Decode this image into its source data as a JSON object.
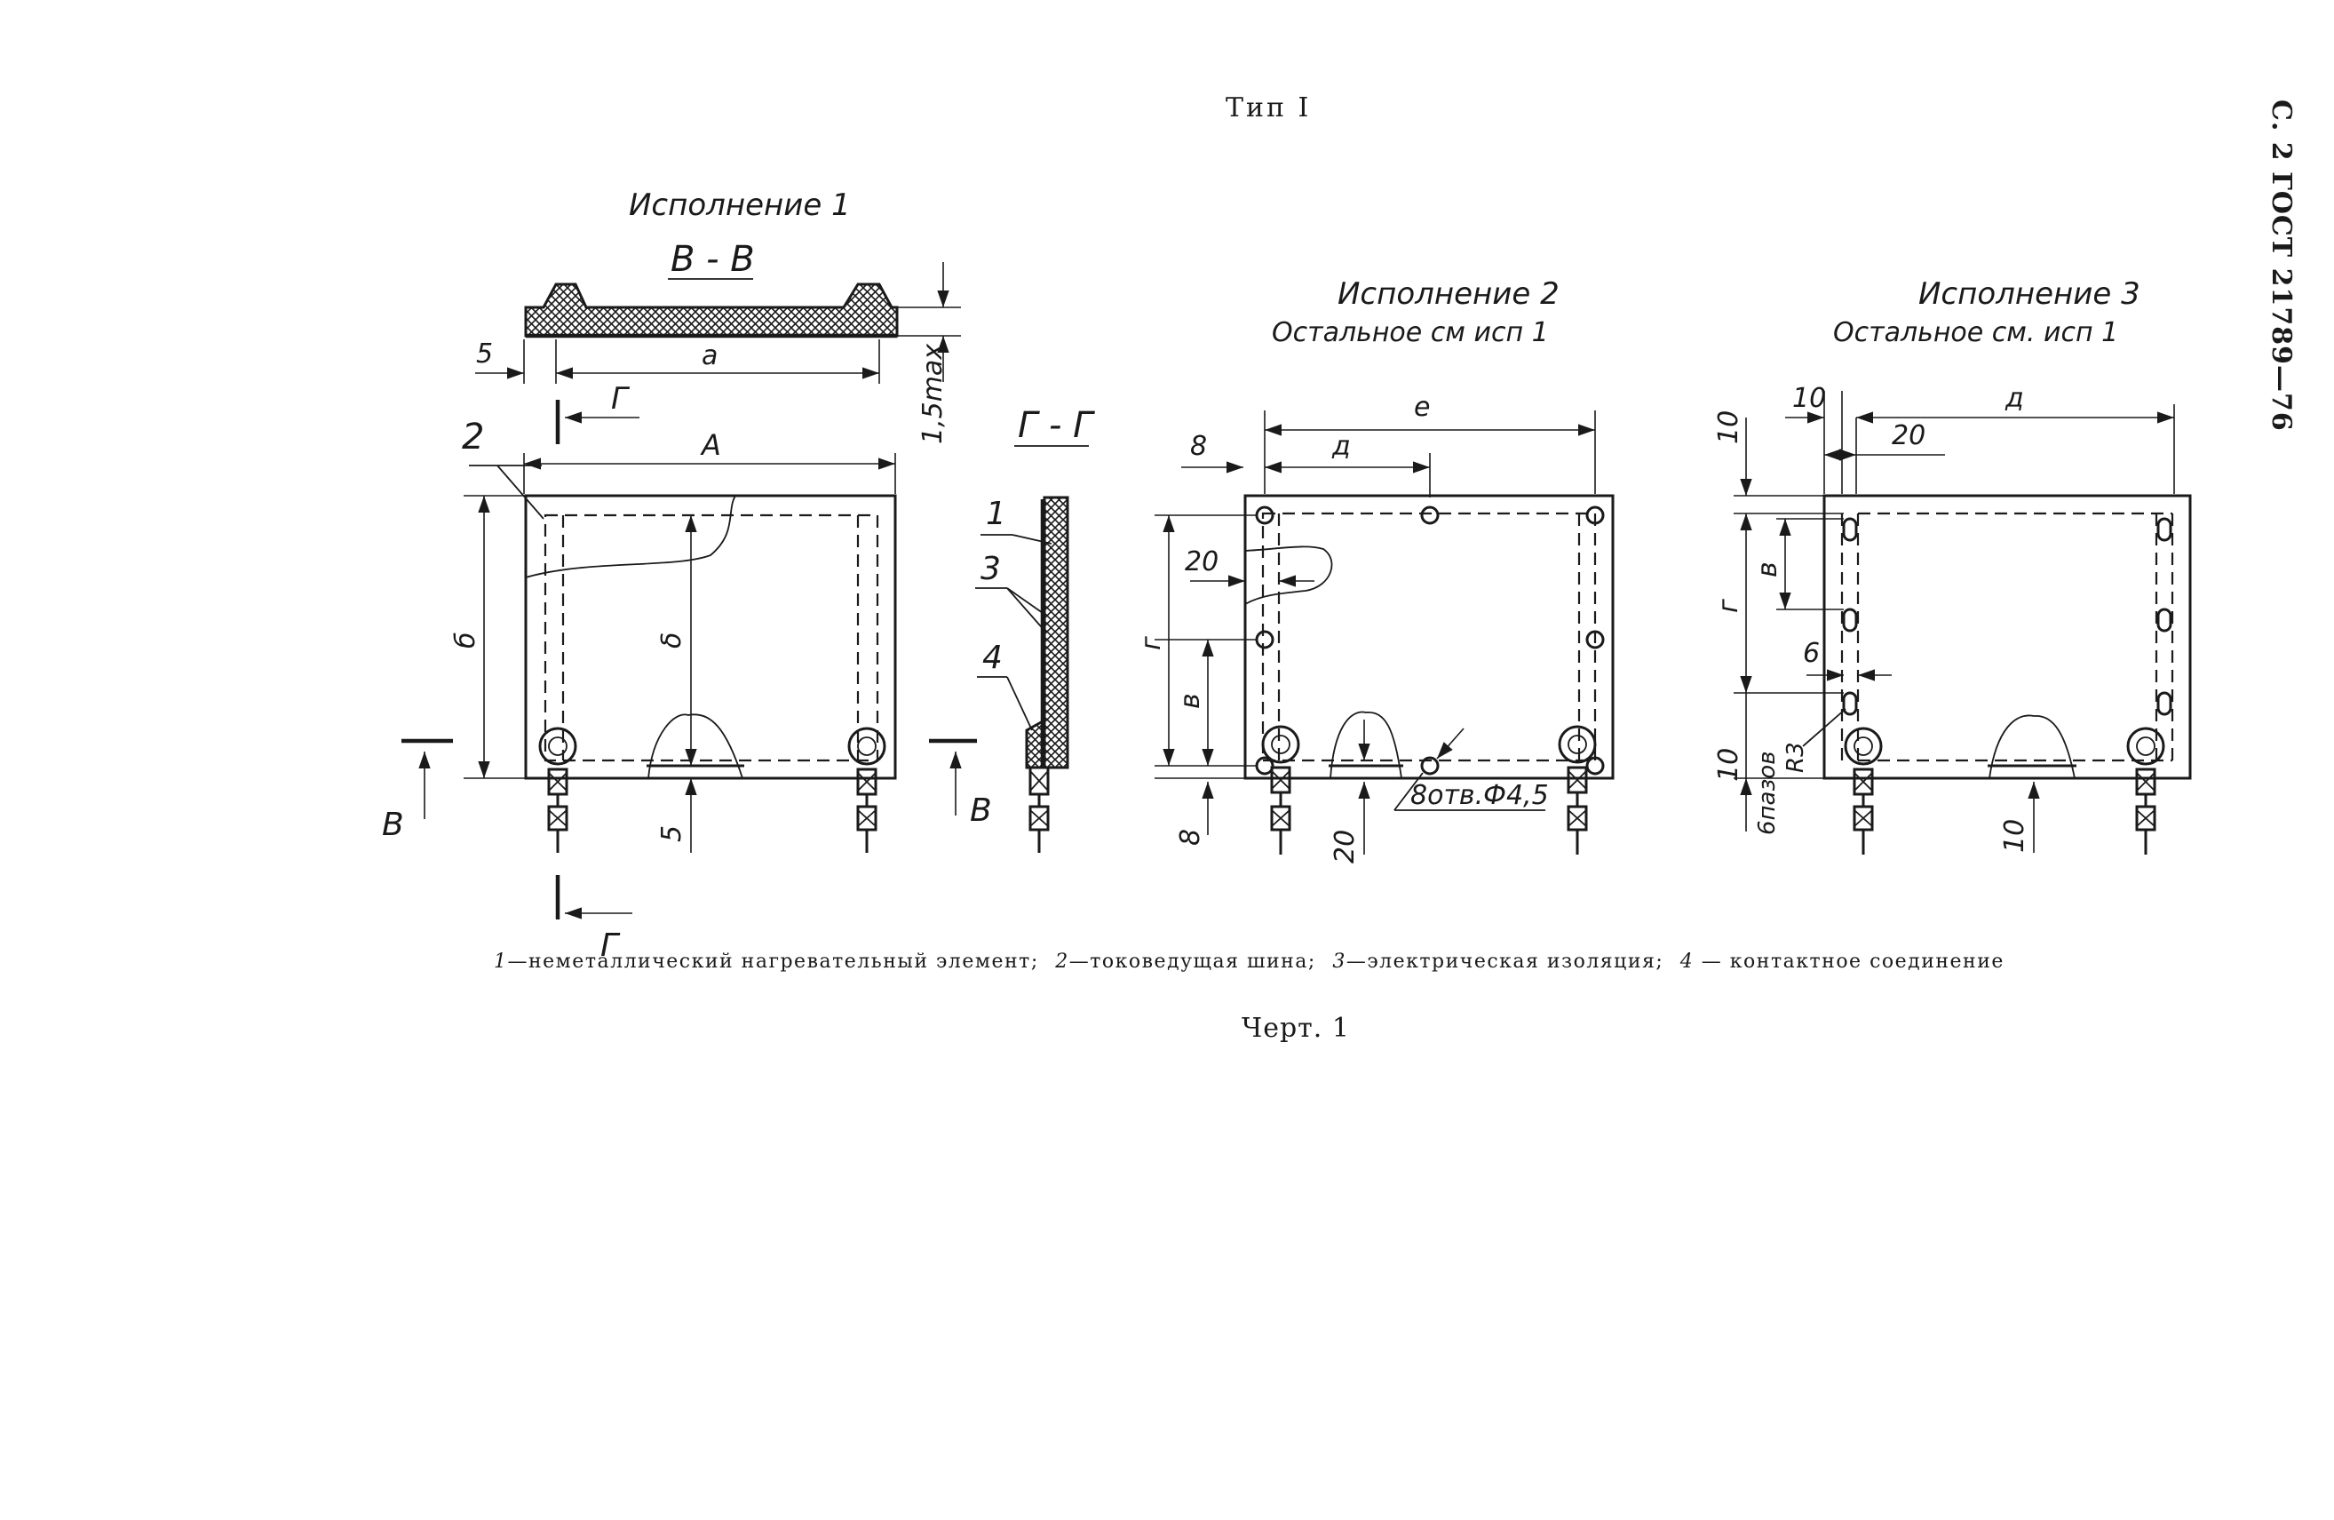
{
  "page": {
    "title": "Тип I",
    "running_header": "С. 2 ГОСТ 21789—76",
    "legend": [
      {
        "num": "1",
        "text": "—неметаллический нагревательный элемент;"
      },
      {
        "num": "2",
        "text": "—токоведущая шина;"
      },
      {
        "num": "3",
        "text": "—электрическая изоляция;"
      },
      {
        "num": "4",
        "text": " — контактное соединение"
      }
    ],
    "figure_caption": "Черт. 1"
  },
  "drawing": {
    "variant1": {
      "title": "Исполнение 1",
      "section_bb": "В - В",
      "section_gg": "Г - Г",
      "dim_5_top": "5",
      "dim_a": "а",
      "dim_15max": "1,5max",
      "dim_A": "А",
      "dim_b_outer": "б",
      "dim_delta": "δ",
      "dim_5_bottom": "5",
      "label_2": "2",
      "label_1": "1",
      "label_3": "3",
      "label_4": "4",
      "cut_B": "В",
      "cut_G": "Г"
    },
    "variant2": {
      "title": "Исполнение 2",
      "subtitle": "Остальное см исп 1",
      "dim_e": "е",
      "dim_d": "д",
      "dim_8_left": "8",
      "dim_20_left": "20",
      "dim_g": "г",
      "dim_v": "в",
      "dim_8_bottom": "8",
      "dim_20_bottom": "20",
      "holes": "8отв.Ф4,5"
    },
    "variant3": {
      "title": "Исполнение 3",
      "subtitle": "Остальное см. исп 1",
      "dim_10_top": "10",
      "dim_10_left": "10",
      "dim_20": "20",
      "dim_d": "д",
      "dim_v": "в",
      "dim_g": "г",
      "dim_6": "6",
      "dim_10_bottom_left": "10",
      "slots": "6пазов",
      "radius": "R3",
      "dim_10_bottom": "10"
    }
  }
}
